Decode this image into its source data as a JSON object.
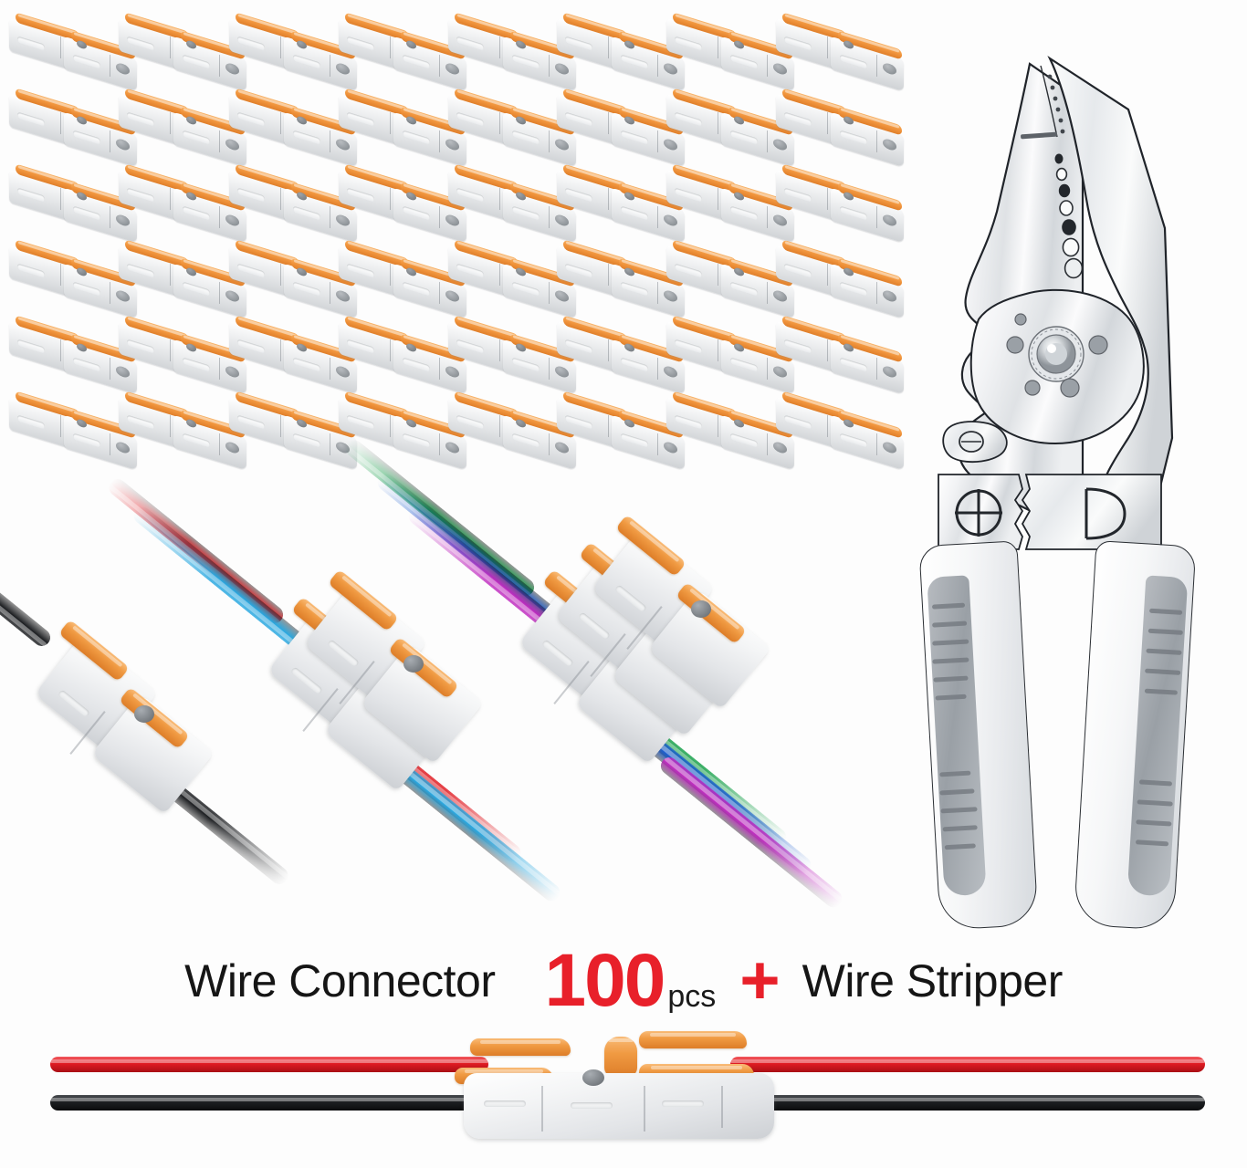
{
  "product": {
    "left_label": "Wire Connector",
    "count": "100",
    "count_unit": "pcs",
    "plus_symbol": "+",
    "right_label": "Wire Stripper"
  },
  "colors": {
    "background": "#fdfdfd",
    "connector_body": "#e4e6e9",
    "connector_lever_orange": "#f09a42",
    "accent_red": "#e8202a",
    "text_black": "#151515",
    "metal_silver": "#dcdfe2",
    "grip_gray": "#9aa0a6"
  },
  "connector_grid": {
    "rows": 6,
    "columns": 8,
    "total_visible": 48,
    "item_name": "lever-wire-connector"
  },
  "wired_connectors": [
    {
      "name": "one-to-one-connector",
      "ports": 1,
      "input_wires": [
        "black"
      ],
      "output_wires": [
        "black"
      ]
    },
    {
      "name": "two-to-two-connector",
      "ports": 2,
      "input_wires": [
        "red",
        "blue"
      ],
      "output_wires": [
        "red",
        "blue"
      ]
    },
    {
      "name": "three-to-three-connector",
      "ports": 3,
      "input_wires": [
        "green",
        "blue",
        "purple"
      ],
      "output_wires": [
        "green",
        "blue",
        "purple"
      ]
    }
  ],
  "bottom_connector": {
    "name": "dual-pole-connector",
    "wires": [
      "red",
      "black"
    ]
  },
  "wire_colors": {
    "black": "#1d1f22",
    "red": "#e01b22",
    "blue": "#1e5fd0",
    "cyan": "#2aa8e0",
    "green": "#17a04a",
    "purple": "#c02ec0"
  },
  "tool": {
    "name": "multi-function-wire-stripper",
    "has_serrated_nose": true,
    "stripping_holes": 7,
    "pivot": "knurled-pivot-screw",
    "crimp_dies": [
      "plus-die",
      "d-die"
    ],
    "handle_style": "dual-material-grip"
  }
}
